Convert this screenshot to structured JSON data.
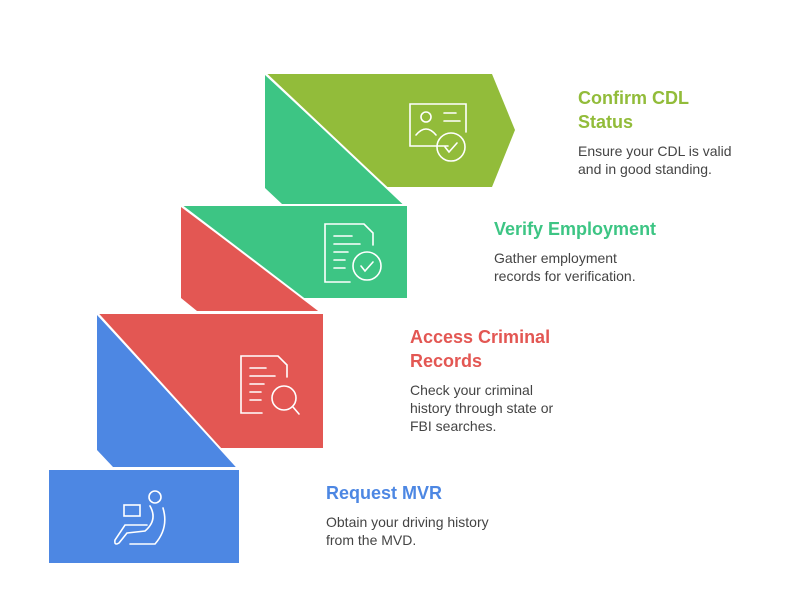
{
  "colors": {
    "lime": "#92BC3A",
    "green": "#3DC584",
    "red": "#E35753",
    "blue": "#4D87E3"
  },
  "steps": [
    {
      "title": "Confirm CDL Status",
      "title_line1": "Confirm CDL",
      "title_line2": "Status",
      "desc_line1": "Ensure your CDL is valid",
      "desc_line2": "and in good standing.",
      "icon": "id-card-check-icon"
    },
    {
      "title": "Verify Employment",
      "desc_line1": "Gather employment",
      "desc_line2": "records for verification.",
      "icon": "document-check-icon"
    },
    {
      "title_line1": "Access Criminal",
      "title_line2": "Records",
      "desc_line1": "Check your criminal",
      "desc_line2": "history through state or",
      "desc_line3": "FBI searches.",
      "icon": "document-search-icon"
    },
    {
      "title": "Request MVR",
      "desc_line1": "Obtain your driving history",
      "desc_line2": "from the MVD.",
      "icon": "person-laptop-icon"
    }
  ]
}
